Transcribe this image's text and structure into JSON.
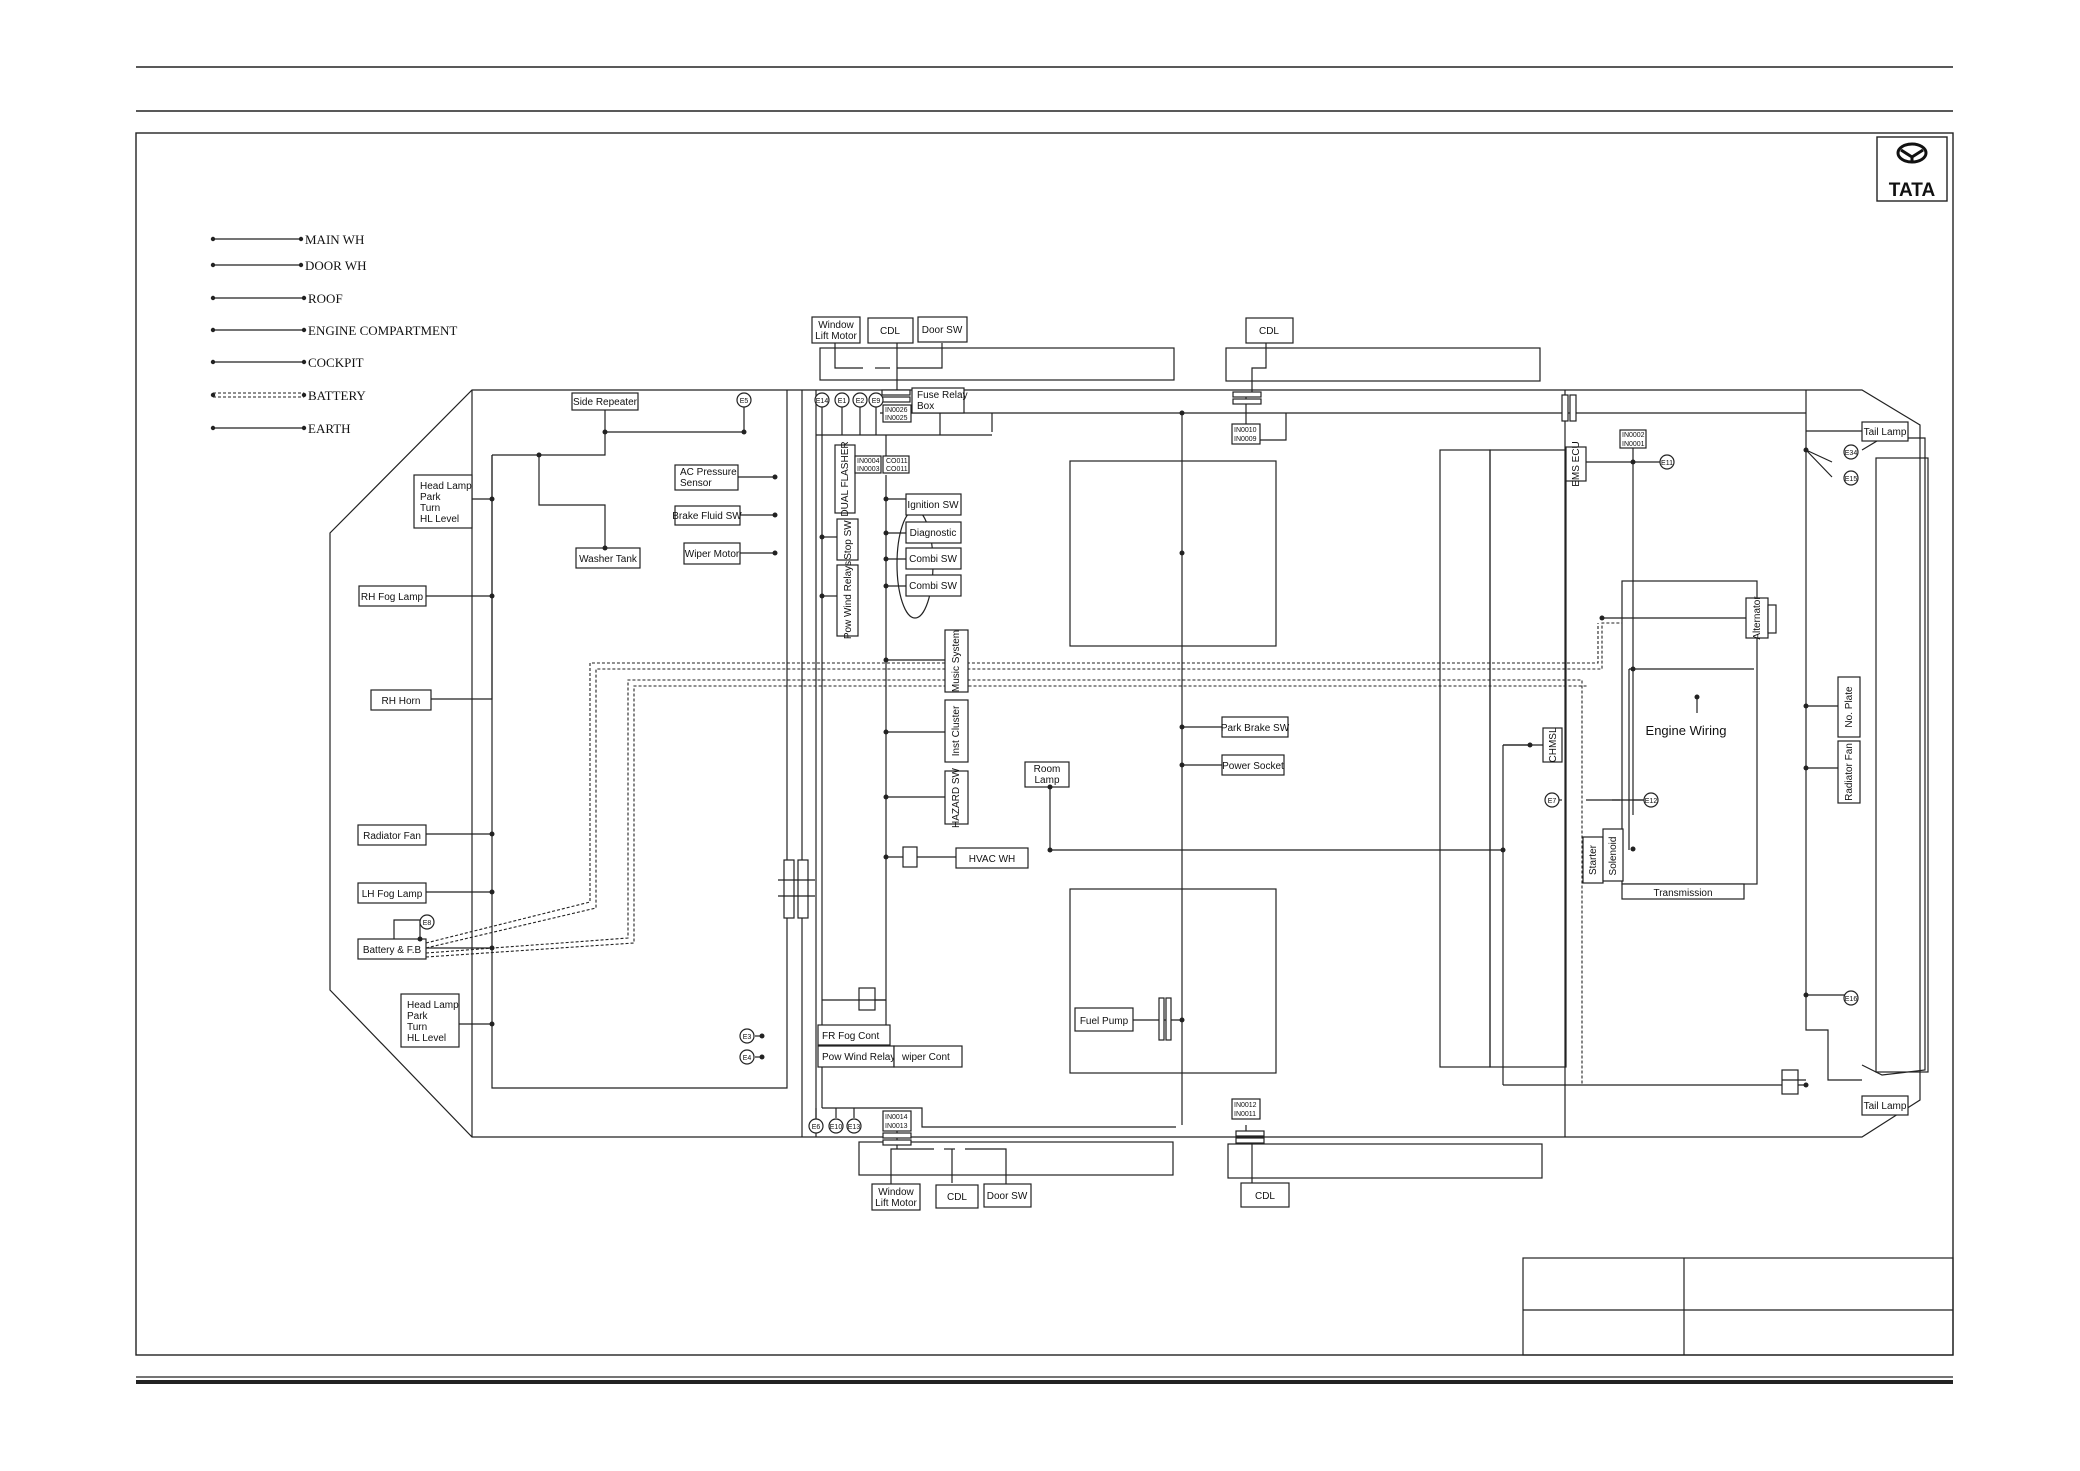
{
  "legend": [
    {
      "label": "MAIN WH",
      "style": "solid"
    },
    {
      "label": "DOOR WH",
      "style": "solid"
    },
    {
      "label": "ROOF",
      "style": "solid"
    },
    {
      "label": "ENGINE COMPARTMENT",
      "style": "solid"
    },
    {
      "label": "COCKPIT",
      "style": "solid"
    },
    {
      "label": "BATTERY",
      "style": "dashed"
    },
    {
      "label": "EARTH",
      "style": "solid"
    }
  ],
  "logo_text": "TATA",
  "components": {
    "window_lift_motor_top": [
      "Window",
      "Lift Motor"
    ],
    "cdl_top_left": "CDL",
    "door_sw_top": "Door SW",
    "cdl_top_right": "CDL",
    "side_repeater": "Side Repeater",
    "fuse_relay_box": [
      "Fuse Relay",
      "Box"
    ],
    "head_lamp_rh": [
      "Head Lamp",
      "Park",
      "Turn",
      "HL Level"
    ],
    "ac_pressure_sensor": [
      "AC Pressure",
      "Sensor"
    ],
    "brake_fluid_sw": "Brake Fluid SW",
    "wiper_motor": "Wiper Motor",
    "washer_tank": "Washer Tank",
    "rh_fog_lamp": "RH Fog Lamp",
    "rh_horn": "RH Horn",
    "dual_flasher": "DUAL FLASHER",
    "stop_sw": "Stop SW",
    "pow_wind_relays_v": "Pow Wind Relays",
    "ignition_sw": "Ignition SW",
    "diagnostic": "Diagnostic",
    "combi_sw_1": "Combi SW",
    "combi_sw_2": "Combi SW",
    "music_system": "Music System",
    "inst_cluster": "Inst Cluster",
    "hazard_sw": "HAZARD SW",
    "hvac_wh": "HVAC WH",
    "room_lamp": [
      "Room",
      "Lamp"
    ],
    "park_brake_sw": "Park Brake SW",
    "power_socket": "Power Socket",
    "radiator_fan_l": "Radiator Fan",
    "lh_fog_lamp": "LH Fog Lamp",
    "battery_fb": "Battery & F.B",
    "head_lamp_lh": [
      "Head Lamp",
      "Park",
      "Turn",
      "HL Level"
    ],
    "fuel_pump": "Fuel Pump",
    "fr_fog_cont": "FR Fog Cont",
    "pow_wind_relays_h": "Pow Wind Relays",
    "wiper_cont": "wiper Cont",
    "window_lift_motor_bottom": [
      "Window",
      "Lift Motor"
    ],
    "cdl_bottom_left": "CDL",
    "door_sw_bottom": "Door SW",
    "cdl_bottom_right": "CDL",
    "ems_ecu": "EMS ECU",
    "chmsl": "CHMSL",
    "engine_wiring": "Engine Wiring",
    "alternator": "Alternator",
    "starter_solenoid": [
      "Starter",
      "Solenoid"
    ],
    "transmission": "Transmission",
    "tail_lamp_top": "Tail Lamp",
    "tail_lamp_bottom": "Tail Lamp",
    "no_plate": "No. Plate",
    "radiator_fan_r": "Radiator Fan"
  },
  "earth_points": [
    "E5",
    "E14",
    "E1",
    "E2",
    "E9",
    "E11",
    "E3",
    "E4",
    "E6",
    "E10",
    "E13",
    "E12",
    "E8",
    "E7",
    "E34",
    "E15",
    "E16"
  ],
  "connectors": {
    "c_fuse_top": [
      "IN0026",
      "IN0025"
    ],
    "c_in0010": [
      "IN0010",
      "IN0009"
    ],
    "c_in0004": [
      "IN0004",
      "IN0003"
    ],
    "c_co011": [
      "CO011",
      "CO011"
    ],
    "c_in0002": [
      "IN0002",
      "IN0001"
    ],
    "c_in0012": [
      "IN0012",
      "IN0011"
    ],
    "c_in0014": [
      "IN0014",
      "IN0013"
    ]
  }
}
